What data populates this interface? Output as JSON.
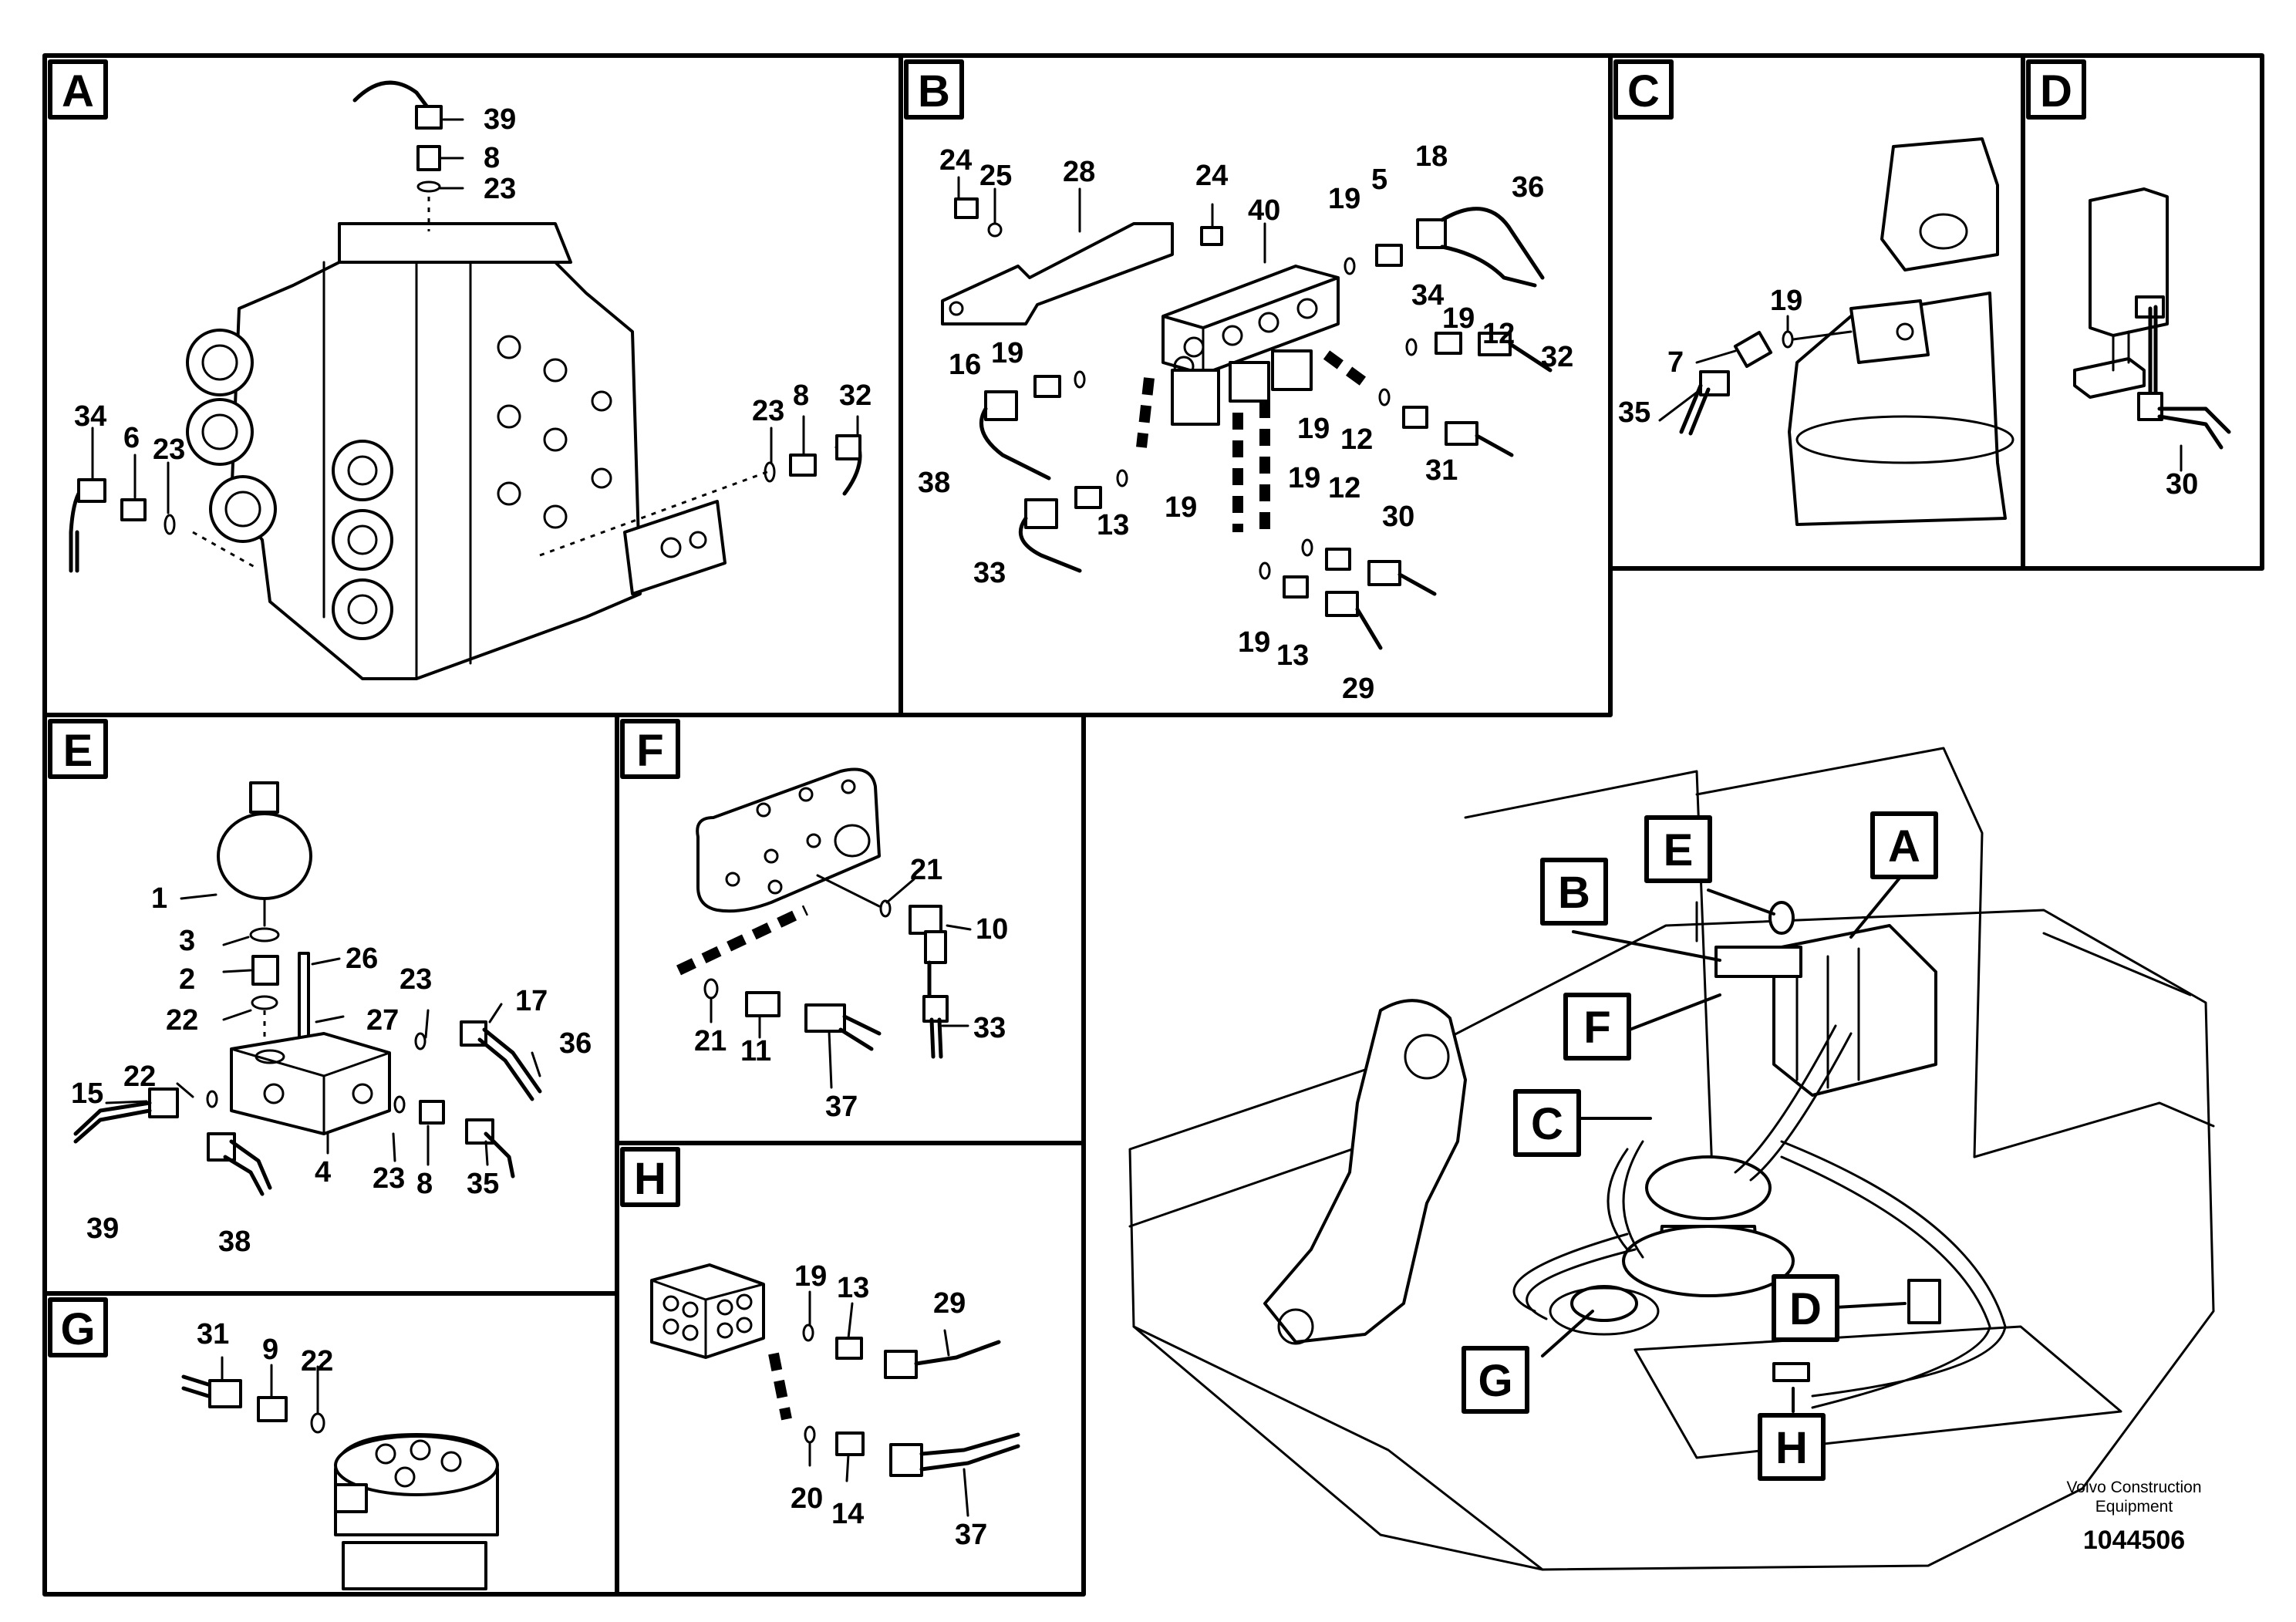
{
  "panels": {
    "A": {
      "label": "A",
      "callouts": [
        "39",
        "8",
        "23",
        "34",
        "6",
        "23",
        "23",
        "8",
        "32"
      ]
    },
    "B": {
      "label": "B",
      "callouts": [
        "24",
        "25",
        "28",
        "24",
        "40",
        "19",
        "5",
        "18",
        "36",
        "34",
        "19",
        "12",
        "32",
        "16",
        "19",
        "19",
        "12",
        "31",
        "38",
        "13",
        "19",
        "19",
        "12",
        "30",
        "33",
        "19",
        "13",
        "29"
      ]
    },
    "C": {
      "label": "C",
      "callouts": [
        "19",
        "7",
        "35"
      ]
    },
    "D": {
      "label": "D",
      "callouts": [
        "30"
      ]
    },
    "E": {
      "label": "E",
      "callouts": [
        "1",
        "3",
        "26",
        "2",
        "23",
        "22",
        "27",
        "17",
        "36",
        "15",
        "22",
        "4",
        "23",
        "8",
        "35",
        "39",
        "38"
      ]
    },
    "F": {
      "label": "F",
      "callouts": [
        "21",
        "10",
        "33",
        "21",
        "11",
        "37"
      ]
    },
    "G": {
      "label": "G",
      "callouts": [
        "31",
        "9",
        "22"
      ]
    },
    "H": {
      "label": "H",
      "callouts": [
        "19",
        "13",
        "29",
        "20",
        "14",
        "37"
      ]
    }
  },
  "overview": {
    "markers": [
      "A",
      "B",
      "C",
      "D",
      "E",
      "F",
      "G",
      "H"
    ]
  },
  "footer": {
    "brand_line1": "Volvo Construction",
    "brand_line2": "Equipment",
    "doc_number": "1044506"
  },
  "colors": {
    "ink": "#000000",
    "paper": "#ffffff"
  }
}
